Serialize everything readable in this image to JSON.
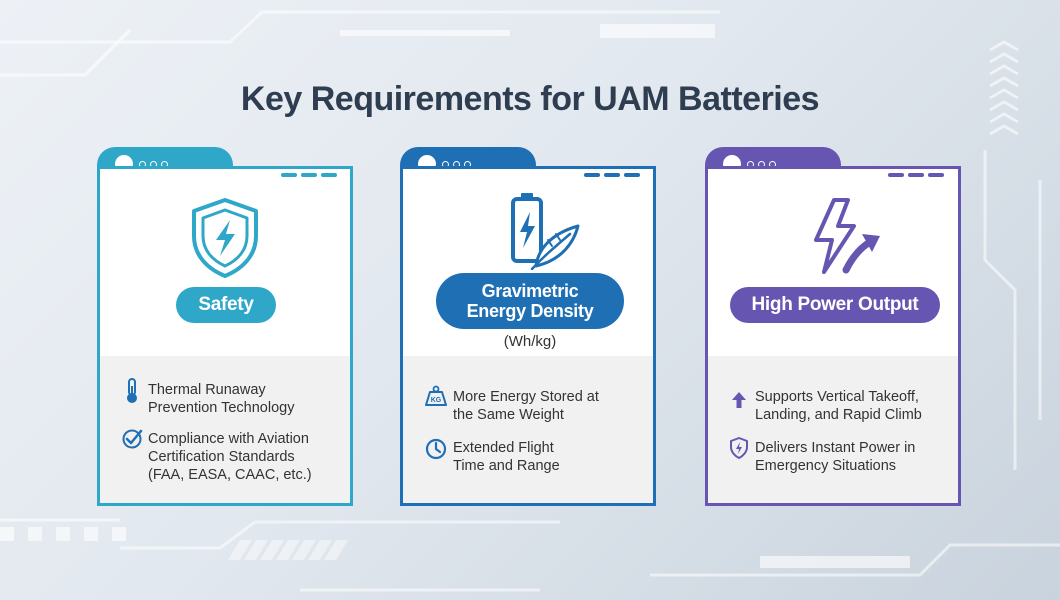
{
  "title": "Key Requirements for UAM Batteries",
  "colors": {
    "safety": "#2fa7c8",
    "energy": "#1f6fb4",
    "power": "#6656b1",
    "title": "#2e3d50",
    "text": "#333333",
    "panel": "#f1f1f2"
  },
  "cards": [
    {
      "id": "safety",
      "icon": "shield-bolt-icon",
      "label": "Safety",
      "items": [
        {
          "icon": "thermometer-icon",
          "lines": [
            "Thermal Runaway",
            "Prevention Technology"
          ]
        },
        {
          "icon": "check-circle-icon",
          "lines": [
            "Compliance with Aviation",
            "Certification Standards",
            "(FAA, EASA, CAAC, etc.)"
          ]
        }
      ]
    },
    {
      "id": "energy",
      "icon": "battery-feather-icon",
      "label_lines": [
        "Gravimetric",
        "Energy Density"
      ],
      "unit": "(Wh/kg)",
      "items": [
        {
          "icon": "kg-weight-icon",
          "lines": [
            "More Energy Stored at",
            "the Same Weight"
          ]
        },
        {
          "icon": "clock-icon",
          "lines": [
            "Extended Flight",
            "Time and Range"
          ]
        }
      ]
    },
    {
      "id": "power",
      "icon": "lightning-arrow-icon",
      "label": "High Power Output",
      "items": [
        {
          "icon": "up-arrow-icon",
          "lines": [
            "Supports Vertical Takeoff,",
            "Landing, and Rapid Climb"
          ]
        },
        {
          "icon": "shield-bolt-small-icon",
          "lines": [
            "Delivers Instant Power in",
            "Emergency Situations"
          ]
        }
      ]
    }
  ]
}
